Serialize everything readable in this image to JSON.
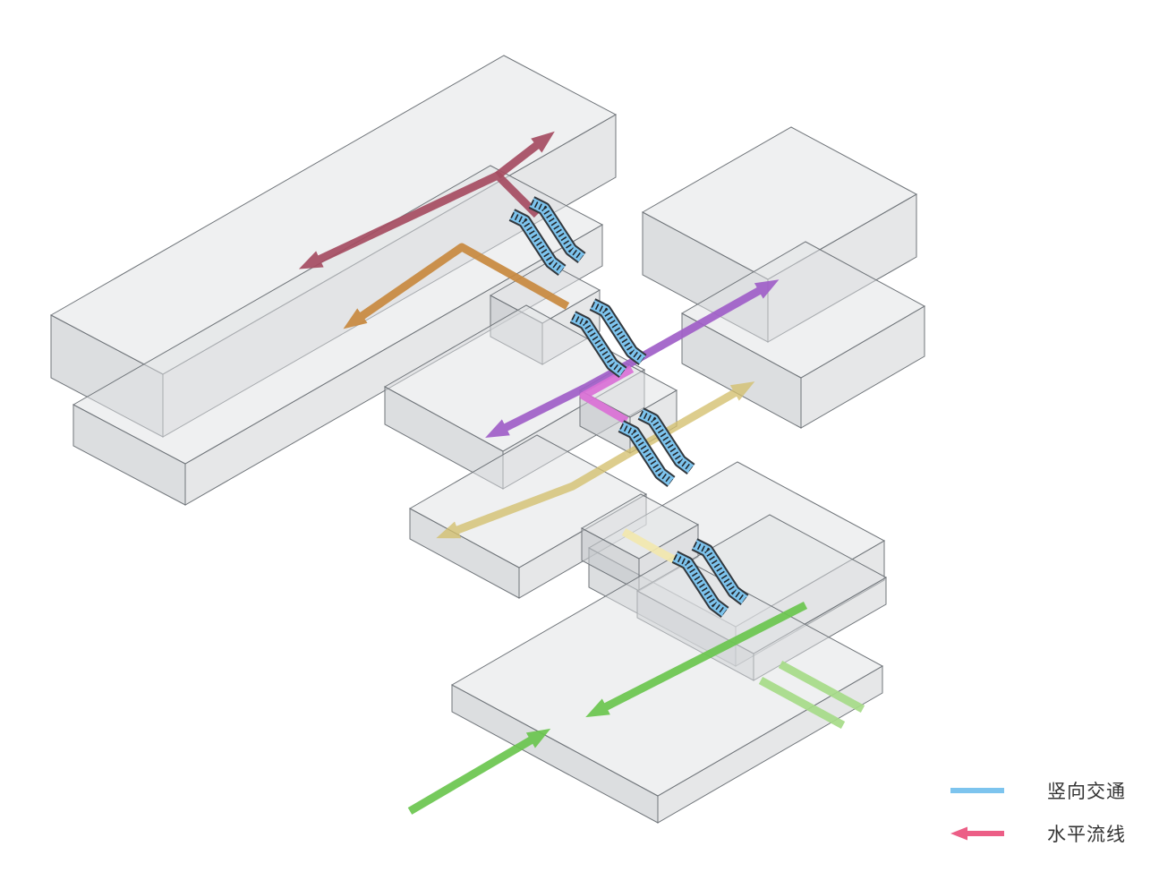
{
  "legend": {
    "items": [
      {
        "label": "竖向交通",
        "type": "line",
        "color": "#7DC4EE"
      },
      {
        "label": "水平流线",
        "type": "arrow",
        "color": "#EC5E86"
      }
    ]
  },
  "colors": {
    "crimson": "#A64D62",
    "orange": "#C8893F",
    "purple": "#A05FC8",
    "magenta": "#DA70D6",
    "yellow": "#D4C06E",
    "pale-yellow": "#F2E7AE",
    "green": "#6BC64F",
    "light-green": "#A6DB88",
    "blue": "#7DC4EE",
    "legend-pink": "#EC5E86",
    "slab-line": "#70757A"
  }
}
